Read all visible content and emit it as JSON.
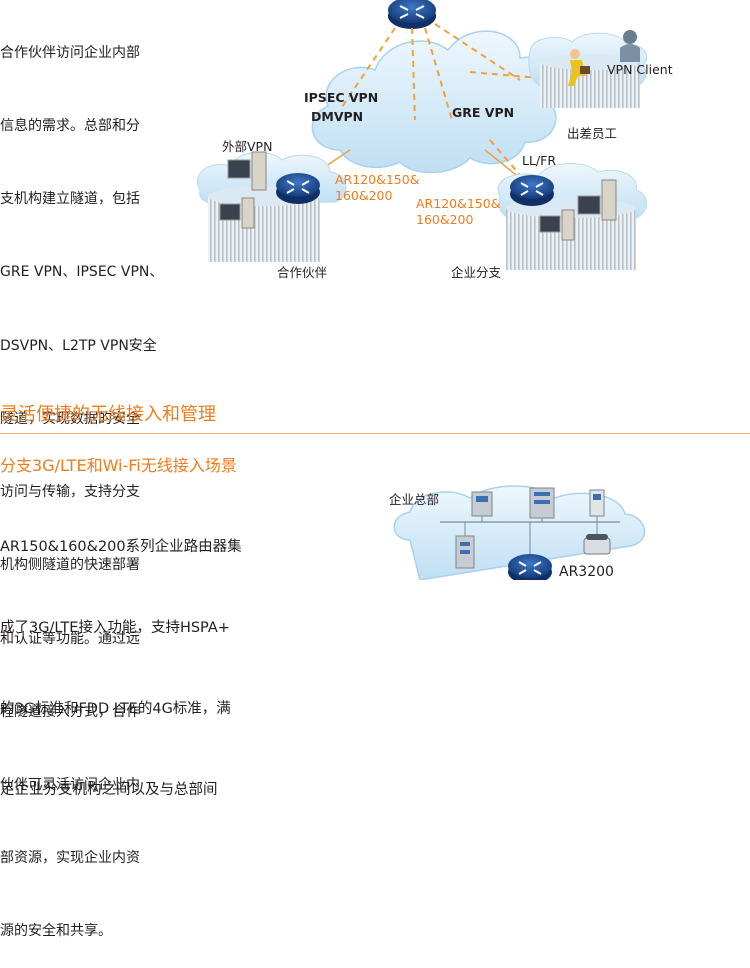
{
  "intro": {
    "lines": [
      "合作伙伴访问企业内部",
      "信息的需求。总部和分",
      "支机构建立隧道，包括",
      "GRE VPN、IPSEC VPN、",
      "DSVPN、L2TP VPN安全",
      "隧道，实现数据的安全",
      "访问与传输，支持分支",
      "机构侧隧道的快速部署",
      "和认证等功能。通过远",
      "程隧道接入方式，合作",
      "伙伴可灵活访问企业内",
      "部资源，实现企业内资",
      "源的安全和共享。"
    ]
  },
  "vpn_diagram": {
    "ipsec_vpn": "IPSEC VPN",
    "dmvpn": "DMVPN",
    "gre_vpn": "GRE VPN",
    "vpn_client": "VPN Client",
    "travel_staff": "出差员工",
    "external_vpn": "外部VPN",
    "partner": "合作伙伴",
    "llfr": "LL/FR",
    "branch": "企业分支",
    "ar_left_1": "AR120&150&",
    "ar_left_2": "160&200",
    "ar_right_1": "AR120&150&",
    "ar_right_2": "160&200"
  },
  "section": {
    "title": "灵活便捷的无线接入和管理",
    "subtitle": "分支3G/LTE和Wi-Fi无线接入场景",
    "lines": [
      "AR150&160&200系列企业路由器集",
      "成了3G/LTE接入功能，支持HSPA+",
      "的3G标准和FDD LTE的4G标准，满",
      "足企业分支机构之间以及与总部间"
    ]
  },
  "hq_diagram": {
    "hq_label": "企业总部",
    "ar3200": "AR3200"
  },
  "colors": {
    "accent": "#ef7c1c",
    "cloud": "#d6ecf8",
    "router": "#1f4e96"
  }
}
